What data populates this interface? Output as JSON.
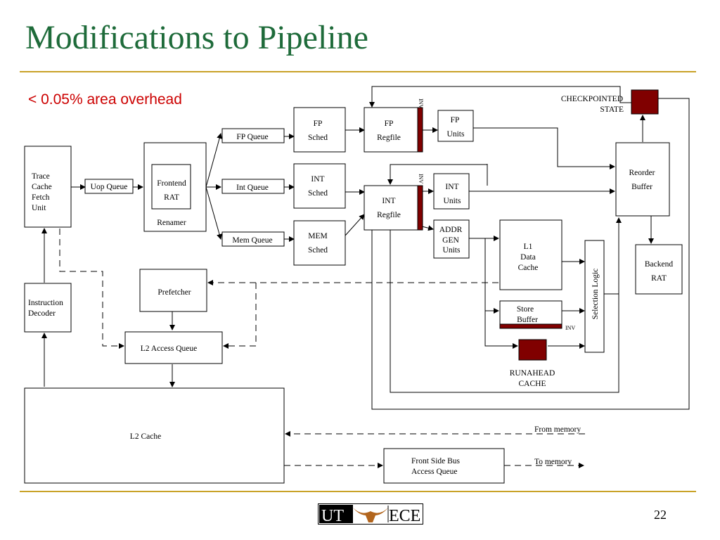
{
  "slide": {
    "title": "Modifications to Pipeline",
    "overhead_note": "< 0.05% area overhead",
    "page_number": "22",
    "logo": {
      "left": "UT",
      "right": "ECE",
      "accent_color": "#b2651d"
    }
  },
  "colors": {
    "title": "#1e6b3a",
    "rule": "#c9a227",
    "note": "#cc0000",
    "highlight": "#800000"
  },
  "diagram": {
    "trace_cache": [
      "Trace",
      "Cache",
      "Fetch",
      "Unit"
    ],
    "uop_queue": "Uop Queue",
    "frontend_rat": [
      "Frontend",
      "RAT"
    ],
    "renamer": "Renamer",
    "fp_queue": "FP Queue",
    "int_queue": "Int Queue",
    "mem_queue": "Mem Queue",
    "fp_sched": [
      "FP",
      "Sched"
    ],
    "int_sched": [
      "INT",
      "Sched"
    ],
    "mem_sched": [
      "MEM",
      "Sched"
    ],
    "fp_regfile": [
      "FP",
      "Regfile"
    ],
    "int_regfile": [
      "INT",
      "Regfile"
    ],
    "inv": "INV",
    "fp_units": [
      "FP",
      "Units"
    ],
    "int_units": [
      "INT",
      "Units"
    ],
    "addr_gen_units": [
      "ADDR",
      "GEN",
      "Units"
    ],
    "checkpointed_state": [
      "CHECKPOINTED",
      "STATE"
    ],
    "reorder_buffer": [
      "Reorder",
      "Buffer"
    ],
    "backend_rat": [
      "Backend",
      "RAT"
    ],
    "l1_data_cache": [
      "L1",
      "Data",
      "Cache"
    ],
    "store_buffer": [
      "Store",
      "Buffer"
    ],
    "selection_logic": "Selection Logic",
    "runahead_cache": [
      "RUNAHEAD",
      "CACHE"
    ],
    "prefetcher": "Prefetcher",
    "instruction_decoder": [
      "Instruction",
      "Decoder"
    ],
    "l2_access_queue": "L2 Access Queue",
    "l2_cache": "L2 Cache",
    "front_side_bus": [
      "Front Side Bus",
      "Access Queue"
    ],
    "from_memory": "From memory",
    "to_memory": "To memory"
  }
}
